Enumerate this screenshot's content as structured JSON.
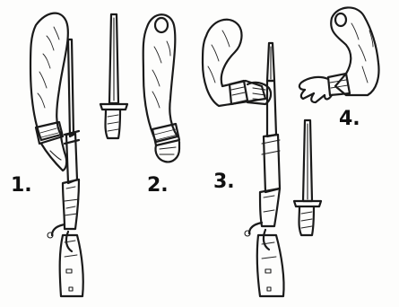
{
  "figure": {
    "step_labels": [
      "1.",
      "2.",
      "3.",
      "4."
    ]
  }
}
